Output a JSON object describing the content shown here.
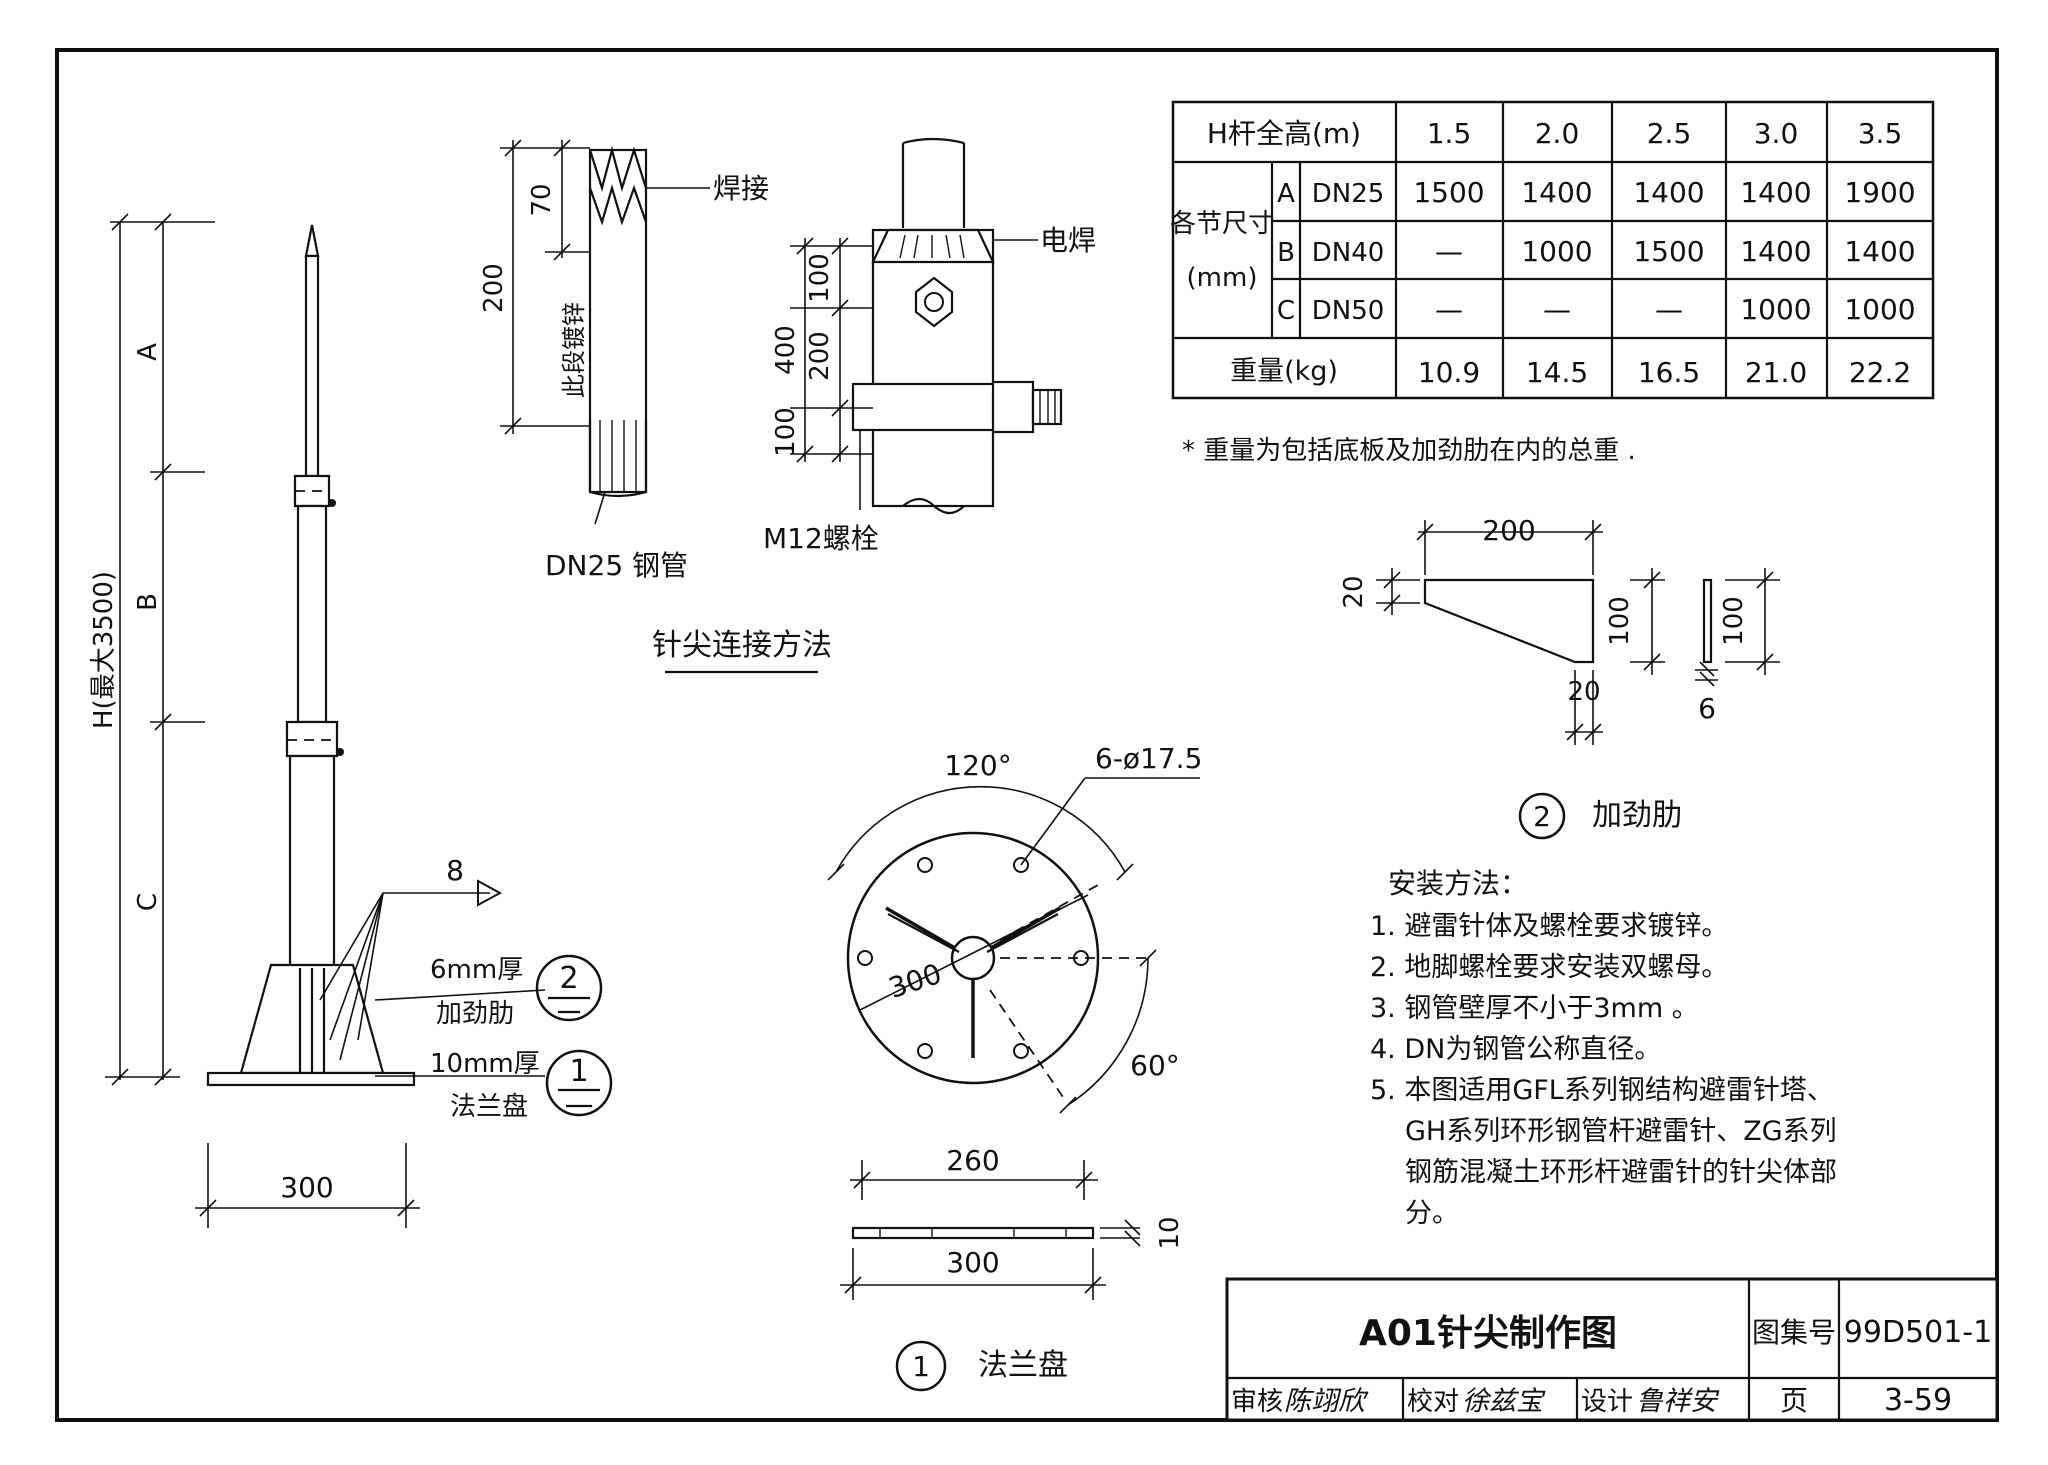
{
  "table": {
    "header_label": "H杆全高(m)",
    "heights": [
      "1.5",
      "2.0",
      "2.5",
      "3.0",
      "3.5"
    ],
    "section_label_line1": "各节尺寸",
    "section_label_line2": "(mm)",
    "rows": [
      {
        "letter": "A",
        "dn": "DN25",
        "values": [
          "1500",
          "1400",
          "1400",
          "1400",
          "1900"
        ]
      },
      {
        "letter": "B",
        "dn": "DN40",
        "values": [
          "—",
          "1000",
          "1500",
          "1400",
          "1400"
        ]
      },
      {
        "letter": "C",
        "dn": "DN50",
        "values": [
          "—",
          "—",
          "—",
          "1000",
          "1000"
        ]
      }
    ],
    "weight_label": "重量(kg)",
    "weights": [
      "10.9",
      "14.5",
      "16.5",
      "21.0",
      "22.2"
    ],
    "footnote": "* 重量为包括底板及加劲肋在内的总重 ."
  },
  "pole": {
    "label_a": "A",
    "label_b": "B",
    "label_c": "C",
    "label_h": "H(最大3500)",
    "base_width": "300",
    "arrow_num": "8",
    "rib_text": "6mm厚",
    "rib_text2": "加劲肋",
    "rib_ref": "2",
    "flange_text": "10mm厚",
    "flange_text2": "法兰盘",
    "flange_ref": "1"
  },
  "tip": {
    "dim_70": "70",
    "dim_200": "200",
    "weld_label": "焊接",
    "galv_label": "此段镀锌",
    "pipe_label": "DN25 钢管",
    "title": "针尖连接方法"
  },
  "joint": {
    "dim_100_top": "100",
    "dim_200": "200",
    "dim_400": "400",
    "dim_100_bot": "100",
    "weld_label": "电焊",
    "bolt_label": "M12螺栓"
  },
  "flange": {
    "angle_120": "120°",
    "holes": "6-ø17.5",
    "dim_300_diag": "300",
    "angle_60": "60°",
    "dim_260": "260",
    "dim_300": "300",
    "dim_10": "10",
    "ref": "1",
    "title": "法兰盘"
  },
  "rib": {
    "dim_200": "200",
    "dim_20_top": "20",
    "dim_100": "100",
    "dim_20_bot": "20",
    "dim_100_side": "100",
    "dim_6": "6",
    "ref": "2",
    "title": "加劲肋"
  },
  "notes": {
    "heading": "安装方法：",
    "items": [
      "1. 避雷针体及螺栓要求镀锌。",
      "2. 地脚螺栓要求安装双螺母。",
      "3. 钢管壁厚不小于3mm 。",
      "4. DN为钢管公称直径。",
      "5. 本图适用GFL系列钢结构避雷针塔、",
      "GH系列环形钢管杆避雷针、ZG系列",
      "钢筋混凝土环形杆避雷针的针尖体部",
      "分。"
    ]
  },
  "title_block": {
    "title": "A01针尖制作图",
    "atlas_label": "图集号",
    "atlas_value": "99D501-1",
    "review_label": "审核",
    "review_sign": "陈翊欣",
    "check_label": "校对",
    "check_sign": "徐兹宝",
    "design_label": "设计",
    "design_sign": "鲁祥安",
    "page_label": "页",
    "page_value": "3-59"
  }
}
